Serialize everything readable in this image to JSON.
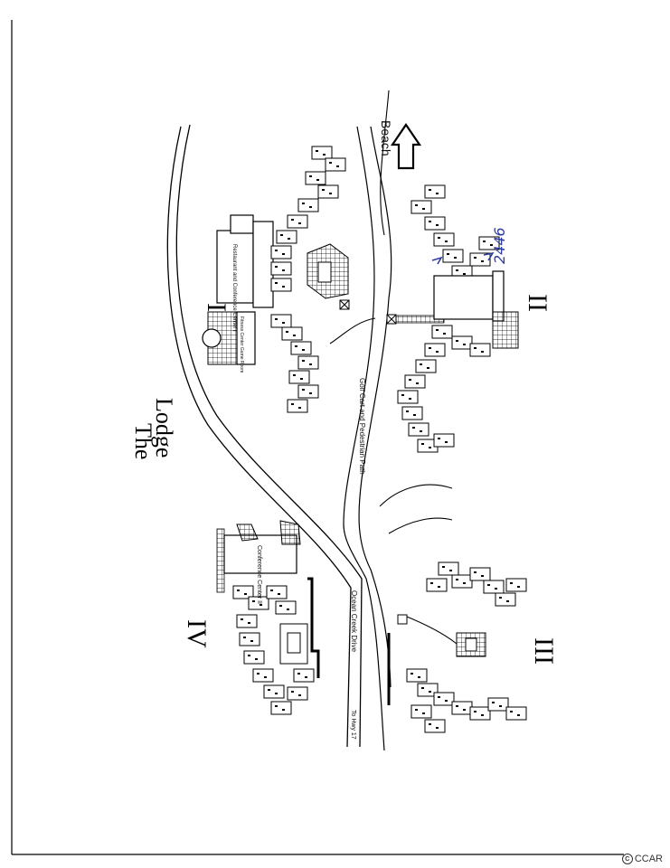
{
  "map": {
    "title_line1": "The",
    "title_line2": "Lodge",
    "beach_label": "Beach",
    "path_label": "Golf Cart and Pedestrian Path",
    "road_label": "Ocean Creek Drive",
    "hwy_label": "To Hwy 17",
    "building_numbers": [
      "I",
      "II",
      "III",
      "IV"
    ],
    "restaurant_label": "Restaurant and Conference Center I",
    "fitness_label": "Fitness Center Game Room",
    "conference2_label": "Conference Center II",
    "handwritten_unit": "2446"
  },
  "footer": {
    "watermark_text": "CCAR"
  }
}
